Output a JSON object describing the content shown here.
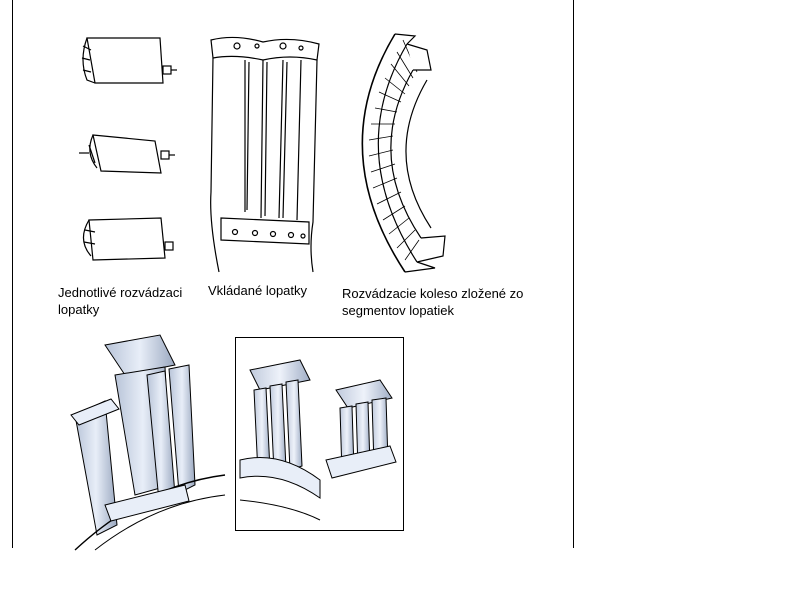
{
  "figures": {
    "individual_vanes": {
      "caption": "Jednotlivé rozvádzaci lopatky"
    },
    "inserted_vanes": {
      "caption": "Vkládané lopatky"
    },
    "segmented_wheel": {
      "caption": "Rozvádzacie koleso zložené zo segmentov lopatiek"
    },
    "vane_assembly_3d": {
      "caption": ""
    },
    "segment_pack_3d": {
      "caption": ""
    }
  },
  "colors": {
    "line": "#000000",
    "shade": "#b8c4d8",
    "highlight": "#e8eef8",
    "background": "#ffffff"
  }
}
